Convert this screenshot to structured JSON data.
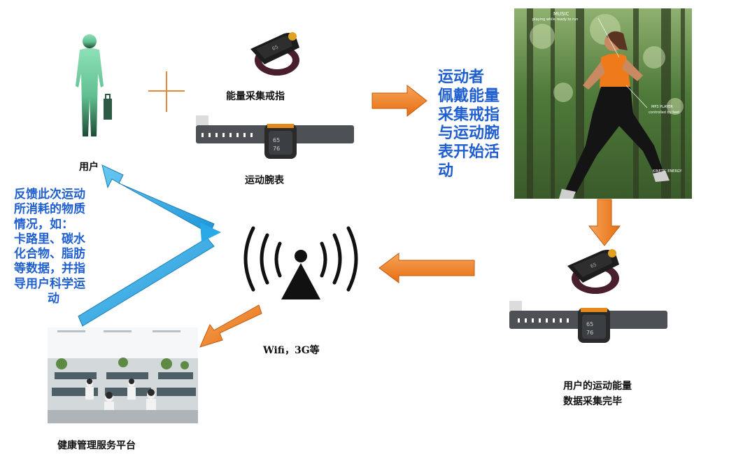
{
  "labels": {
    "user": "用户",
    "ring": "能量采集戒指",
    "watch": "运动腕表",
    "wifi": "Wifi，3G等",
    "platform": "健康管理服务平台",
    "data_done_1": "用户的运动能量",
    "data_done_2": "数据采集完毕"
  },
  "athlete_note": [
    "运动者",
    "佩戴能量",
    "采集戒指",
    "与运动腕",
    "表开始活",
    "动"
  ],
  "feedback_note": [
    "反馈此次运动",
    "所消耗的物质",
    "情况，如：",
    "卡路里、碳水",
    "化合物、脂肪",
    "等数据，并指",
    "导用户科学运",
    "动"
  ],
  "photo_texts": {
    "music": "MUSIC",
    "music_sub": "playing while ready to run",
    "mp3": "MP3 PLAYER",
    "mp3_sub": "controlled by feet",
    "energy": "KINETIC ENERGY"
  },
  "colors": {
    "orange_arrow": "#f07f22",
    "blue_arrow": "#29a9e8",
    "text_blue": "#1f5fd0",
    "user_green": "#6fcf9f"
  }
}
